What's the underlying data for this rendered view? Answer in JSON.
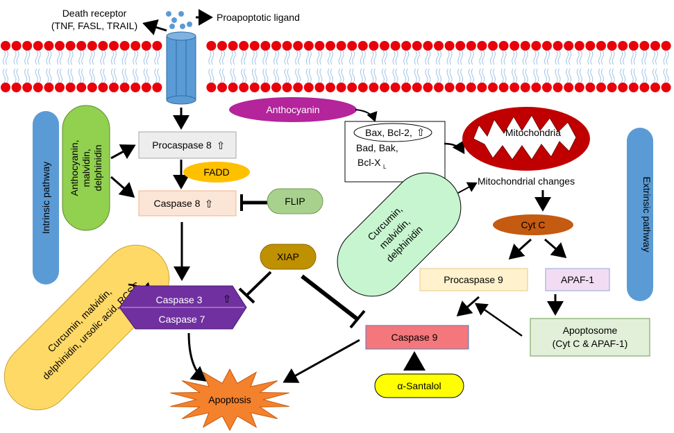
{
  "labels": {
    "death_receptor_line1": "Death receptor",
    "death_receptor_line2": "(TNF, FASL, TRAIL)",
    "proapoptotic_ligand": "Proapoptotic ligand",
    "anthocyanin": "Anthocyanin",
    "intrinsic_pathway": "Intrinsic pathway",
    "extrinsic_pathway": "Extrinsic pathway",
    "green_left_line1": "Anthocyanin,",
    "green_left_line2": "malvidin,",
    "green_left_line3": "delphinidin",
    "procaspase8": "Procaspase 8",
    "fadd": "FADD",
    "caspase8": "Caspase 8",
    "flip": "FLIP",
    "yellow_line1": "Curcumin, malvidin,",
    "yellow_line2": "delphinidin, ursolic acid, RCSC",
    "xiap": "XIAP",
    "caspase3": "Caspase 3",
    "caspase7": "Caspase 7",
    "apoptosis": "Apoptosis",
    "bcl_line1": "Bax, Bcl-2,",
    "bcl_line2": "Bad, Bak,",
    "bcl_line3": "Bcl-X",
    "bcl_sub": "L",
    "mitochondria": "Mitochondria",
    "mito_changes": "Mitochondrial changes",
    "lightgreen_line1": "Curcumin,",
    "lightgreen_line2": "malvidin,",
    "lightgreen_line3": "delphinidin",
    "cytc": "Cyt C",
    "procaspase9": "Procaspase 9",
    "apaf1": "APAF-1",
    "apoptosome_line1": "Apoptosome",
    "apoptosome_line2": "(Cyt C & APAF-1)",
    "caspase9": "Caspase 9",
    "santalol": "α-Santalol",
    "up_arrow": "⇧"
  },
  "colors": {
    "lipid_head": "#e8000b",
    "receptor": "#5b9bd5",
    "anthocyanin": "#b4249b",
    "pathway_blue": "#5b9bd5",
    "green": "#92d050",
    "procaspase8": "#ededed",
    "fadd": "#ffc000",
    "caspase8": "#fbe5d6",
    "flip": "#a9d18e",
    "yellow": "#ffd966",
    "xiap": "#bf9000",
    "caspase37": "#7030a0",
    "apoptosis": "#f4812c",
    "mitochondria": "#c00000",
    "light_green": "#c6f5cf",
    "cytc": "#c55a11",
    "procaspase9": "#fff2cc",
    "apaf1": "#f2dcf4",
    "apoptosome": "#e2f0d9",
    "caspase9": "#f4777b",
    "santalol": "#ffff00"
  }
}
